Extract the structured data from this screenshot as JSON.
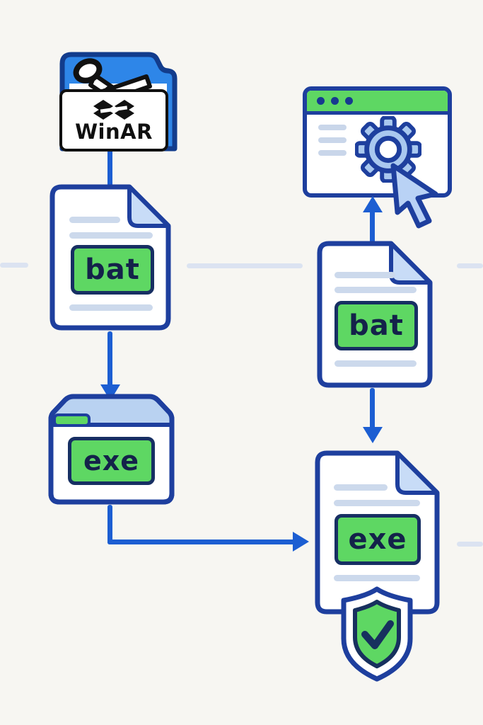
{
  "diagram": {
    "archiver": {
      "name": "WinAR"
    },
    "files": {
      "bat_left": "bat",
      "exe_window": "exe",
      "bat_right": "bat",
      "exe_right": "exe"
    }
  },
  "icons": {
    "folder": "folder-icon",
    "scissors": "scissors-icon",
    "archiver_logo": "archiver-logo-icon",
    "window_dots": "window-dots-icon",
    "gear": "gear-icon",
    "cursor": "cursor-icon",
    "shield": "shield-check-icon",
    "page_fold": "page-fold-icon"
  },
  "colors": {
    "background": "#f7f6f2",
    "outline_navy": "#1e3f9e",
    "box_border_navy": "#172f63",
    "arrow_blue": "#1c5ed2",
    "folder_blue": "#2e86e8",
    "light_blue": "#b9d2f1",
    "green": "#5ed763",
    "text_navy": "#14224a",
    "bar_gray_blue": "#ccd9ec",
    "decor_line": "#dbe3f1"
  }
}
